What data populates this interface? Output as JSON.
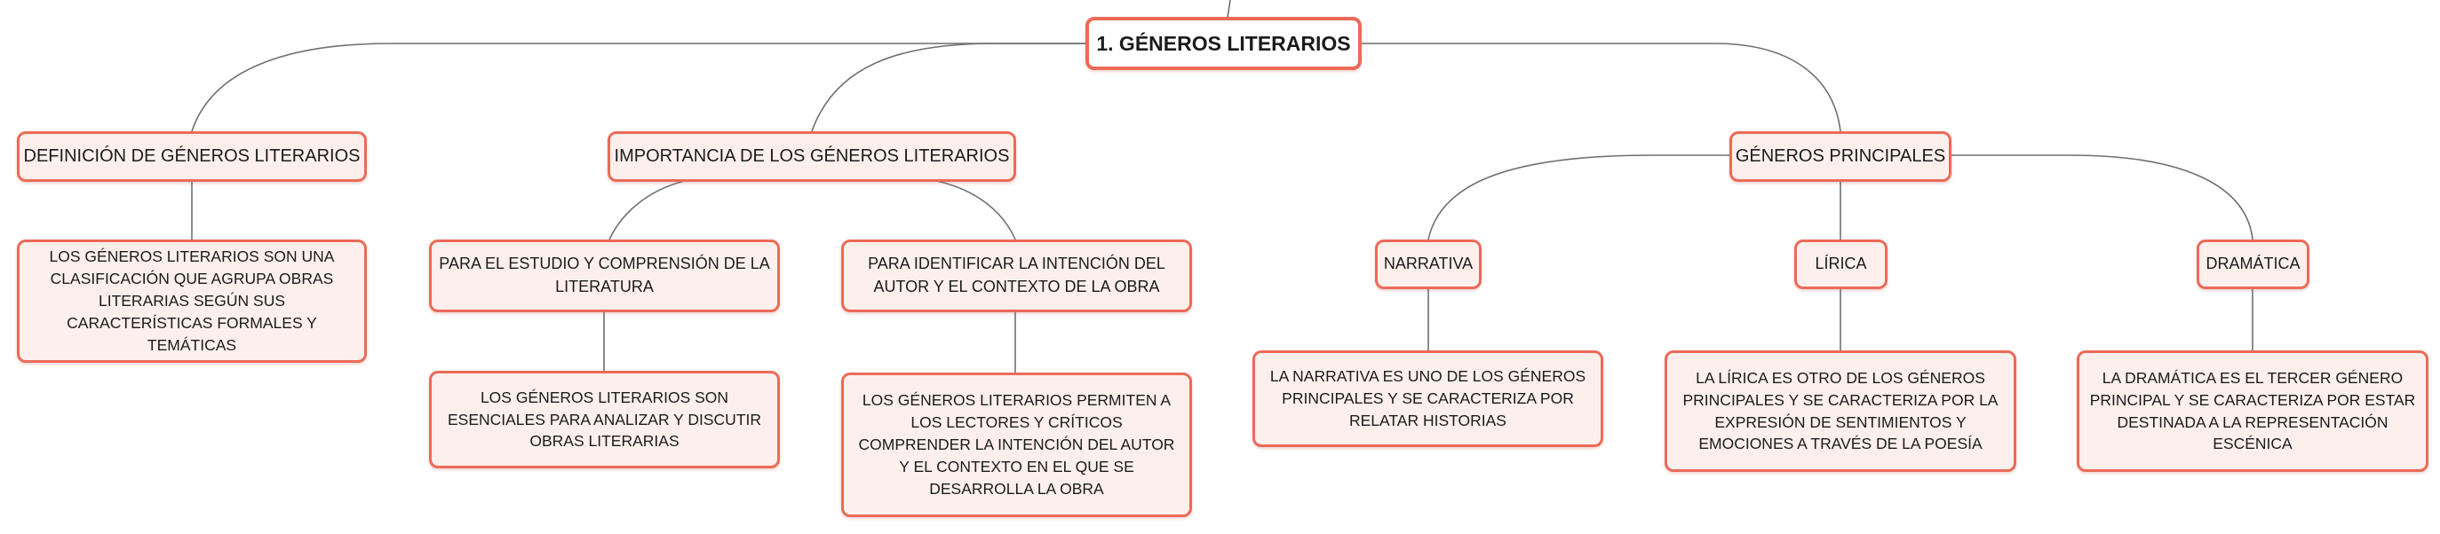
{
  "theme": {
    "border": "#ec6a58",
    "fill": "#fdf0ec",
    "line": "#6f6f6f",
    "text": "#1b1b1b"
  },
  "map": {
    "root": "1. GÉNEROS LITERARIOS",
    "definicion": {
      "title": "DEFINICIÓN DE GÉNEROS LITERARIOS",
      "detail": "LOS GÉNEROS LITERARIOS SON UNA CLASIFICACIÓN QUE AGRUPA OBRAS LITERARIAS SEGÚN SUS CARACTERÍSTICAS FORMALES Y TEMÁTICAS"
    },
    "importancia": {
      "title": "IMPORTANCIA DE LOS GÉNEROS LITERARIOS",
      "estudio": {
        "title": "PARA EL ESTUDIO Y COMPRENSIÓN DE LA LITERATURA",
        "detail": "LOS GÉNEROS LITERARIOS SON ESENCIALES PARA ANALIZAR Y DISCUTIR OBRAS LITERARIAS"
      },
      "intencion": {
        "title": "PARA IDENTIFICAR LA INTENCIÓN DEL AUTOR Y EL CONTEXTO DE LA OBRA",
        "detail": "LOS GÉNEROS LITERARIOS PERMITEN A LOS LECTORES Y CRÍTICOS COMPRENDER LA INTENCIÓN DEL AUTOR Y EL CONTEXTO EN EL QUE SE DESARROLLA LA OBRA"
      }
    },
    "principales": {
      "title": "GÉNEROS PRINCIPALES",
      "narrativa": {
        "title": "NARRATIVA",
        "detail": "LA NARRATIVA ES UNO DE LOS GÉNEROS PRINCIPALES Y SE CARACTERIZA POR RELATAR HISTORIAS"
      },
      "lirica": {
        "title": "LÍRICA",
        "detail": "LA LÍRICA ES OTRO DE LOS GÉNEROS PRINCIPALES Y SE CARACTERIZA POR LA EXPRESIÓN DE SENTIMIENTOS Y EMOCIONES A TRAVÉS DE LA POESÍA"
      },
      "dramatica": {
        "title": "DRAMÁTICA",
        "detail": "LA DRAMÁTICA ES EL TERCER GÉNERO PRINCIPAL Y SE CARACTERIZA POR ESTAR DESTINADA A LA REPRESENTACIÓN ESCÉNICA"
      }
    }
  }
}
